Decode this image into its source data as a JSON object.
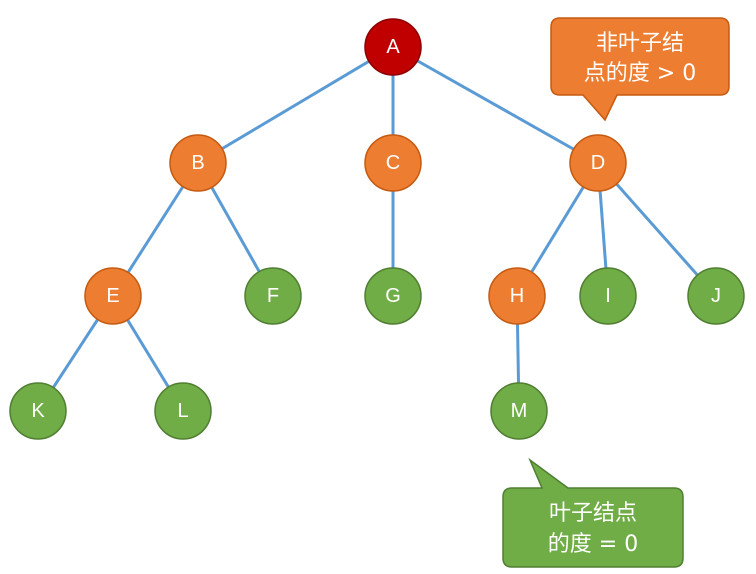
{
  "colors": {
    "edge": "#5b9bd5",
    "root_fill": "#c00000",
    "root_stroke": "#8c0000",
    "nonleaf_fill": "#ed7d31",
    "nonleaf_stroke": "#c55a11",
    "leaf_fill": "#70ad47",
    "leaf_stroke": "#507e32",
    "label_text": "#ffffff"
  },
  "tree": {
    "nodes": [
      {
        "id": "A",
        "label": "A",
        "kind": "root"
      },
      {
        "id": "B",
        "label": "B",
        "kind": "nonleaf"
      },
      {
        "id": "C",
        "label": "C",
        "kind": "nonleaf"
      },
      {
        "id": "D",
        "label": "D",
        "kind": "nonleaf"
      },
      {
        "id": "E",
        "label": "E",
        "kind": "nonleaf"
      },
      {
        "id": "F",
        "label": "F",
        "kind": "leaf"
      },
      {
        "id": "G",
        "label": "G",
        "kind": "leaf"
      },
      {
        "id": "H",
        "label": "H",
        "kind": "nonleaf"
      },
      {
        "id": "I",
        "label": "I",
        "kind": "leaf"
      },
      {
        "id": "J",
        "label": "J",
        "kind": "leaf"
      },
      {
        "id": "K",
        "label": "K",
        "kind": "leaf"
      },
      {
        "id": "L",
        "label": "L",
        "kind": "leaf"
      },
      {
        "id": "M",
        "label": "M",
        "kind": "leaf"
      }
    ],
    "edges": [
      [
        "A",
        "B"
      ],
      [
        "A",
        "C"
      ],
      [
        "A",
        "D"
      ],
      [
        "B",
        "E"
      ],
      [
        "B",
        "F"
      ],
      [
        "C",
        "G"
      ],
      [
        "D",
        "H"
      ],
      [
        "D",
        "I"
      ],
      [
        "D",
        "J"
      ],
      [
        "E",
        "K"
      ],
      [
        "E",
        "L"
      ],
      [
        "H",
        "M"
      ]
    ]
  },
  "callouts": {
    "nonleaf": {
      "lines": [
        "非叶子结",
        "点的度 > 0"
      ]
    },
    "leaf": {
      "lines": [
        "叶子结点",
        "的度 = 0"
      ]
    }
  }
}
